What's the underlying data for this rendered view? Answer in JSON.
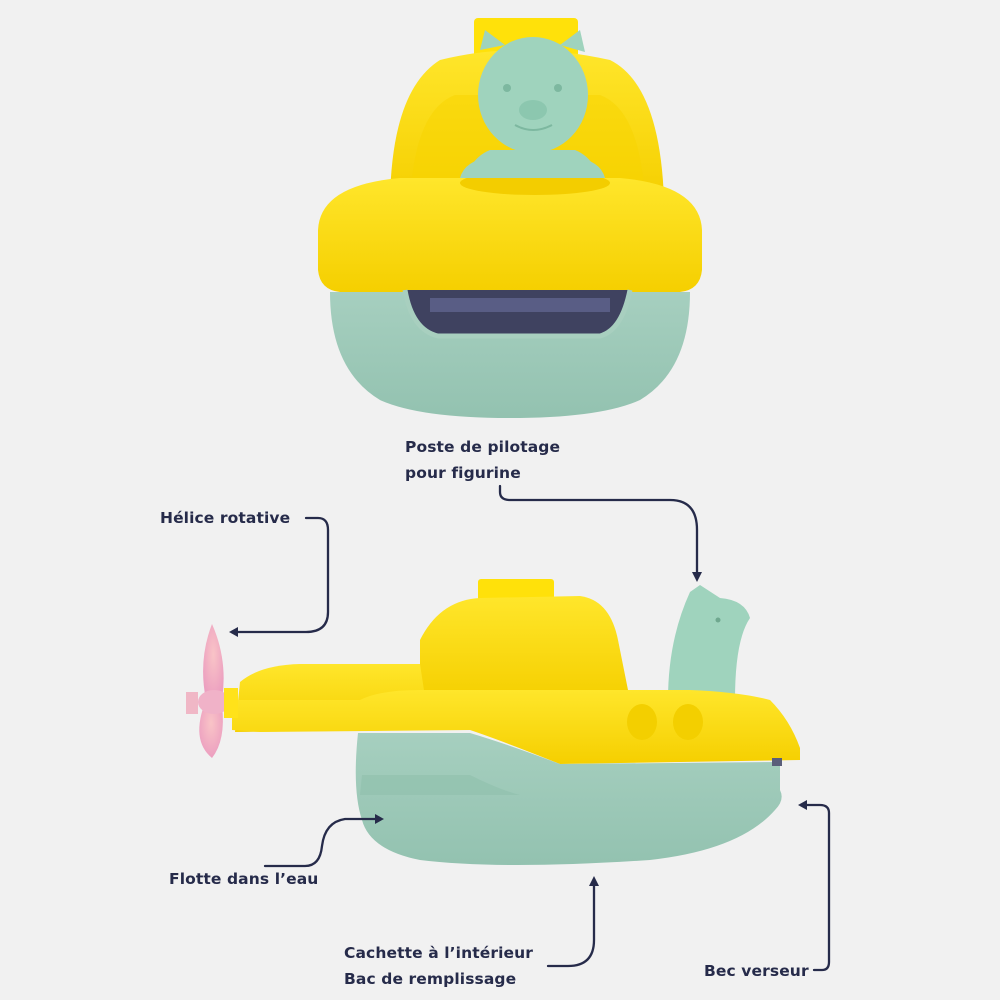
{
  "background_color": "#f1f1f1",
  "text_color": "#262b4a",
  "colors": {
    "hull_yellow": "#ffe21a",
    "hull_mint": "#9fc9b8",
    "figurine_mint": "#9fd3bd",
    "propeller_pink": "#f2b2c6",
    "window_dark": "#3f4260"
  },
  "product": {
    "front_view": "toy-boat-front-view",
    "side_view": "toy-boat-side-view"
  },
  "annotations": [
    {
      "id": "cockpit",
      "lines": [
        "Poste de pilotage",
        "pour figurine"
      ]
    },
    {
      "id": "propeller",
      "lines": [
        "Hélice rotative"
      ]
    },
    {
      "id": "float",
      "lines": [
        "Flotte dans l’eau"
      ]
    },
    {
      "id": "storage",
      "lines": [
        "Cachette à l’intérieur",
        "Bac de remplissage"
      ]
    },
    {
      "id": "spout",
      "lines": [
        "Bec verseur"
      ]
    }
  ]
}
